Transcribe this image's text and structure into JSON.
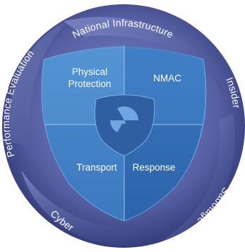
{
  "outer_ring": {
    "segments": [
      "National Infrastructure",
      "Insider",
      "Sabotage",
      "Cyber",
      "Performance Evaluation"
    ]
  },
  "shield": {
    "quadrants": [
      "Physical",
      "Protection",
      "NMAC",
      "Transport",
      "Response"
    ]
  },
  "center_icon": "radiation-trefoil",
  "colors": {
    "ring_dark": "#3f4a8c",
    "ring_light": "#6a74b4",
    "shield_blue": "#3a78bf",
    "shield_light": "#4f90d2",
    "center_disc": "#2f5fa0"
  }
}
